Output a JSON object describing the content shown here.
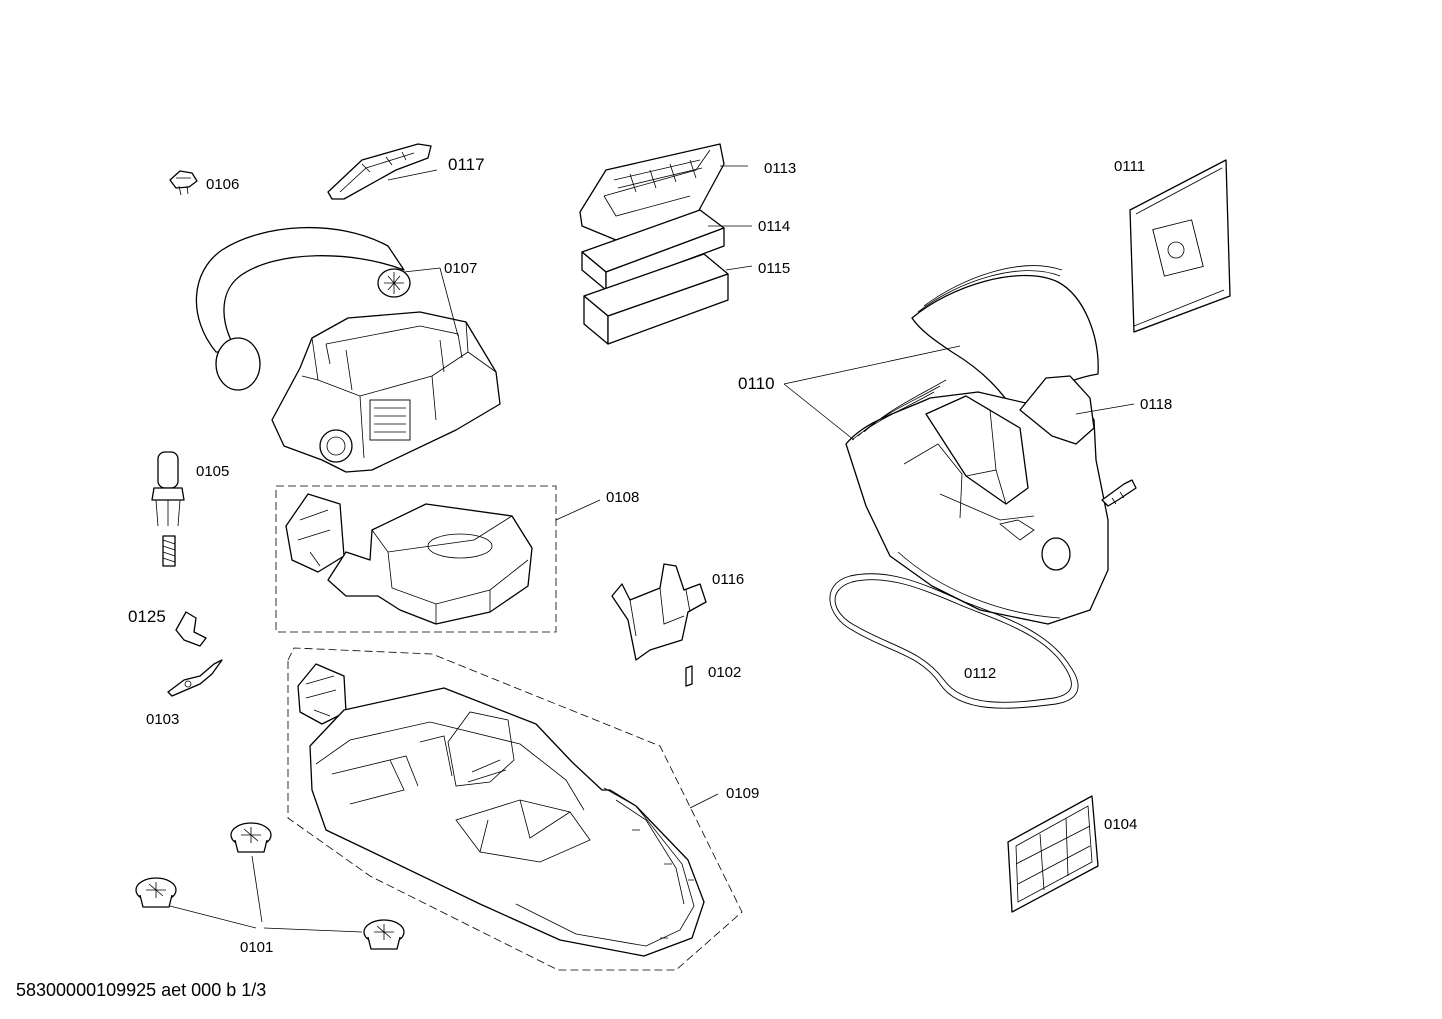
{
  "labels": {
    "p0101": "0101",
    "p0102": "0102",
    "p0103": "0103",
    "p0104": "0104",
    "p0105": "0105",
    "p0106": "0106",
    "p0107": "0107",
    "p0108": "0108",
    "p0109": "0109",
    "p0110": "0110",
    "p0111": "0111",
    "p0112": "0112",
    "p0113": "0113",
    "p0114": "0114",
    "p0115": "0115",
    "p0116": "0116",
    "p0117": "0117",
    "p0118": "0118",
    "p0125": "0125"
  },
  "footer": "58300000109925 aet 000 b 1/3"
}
